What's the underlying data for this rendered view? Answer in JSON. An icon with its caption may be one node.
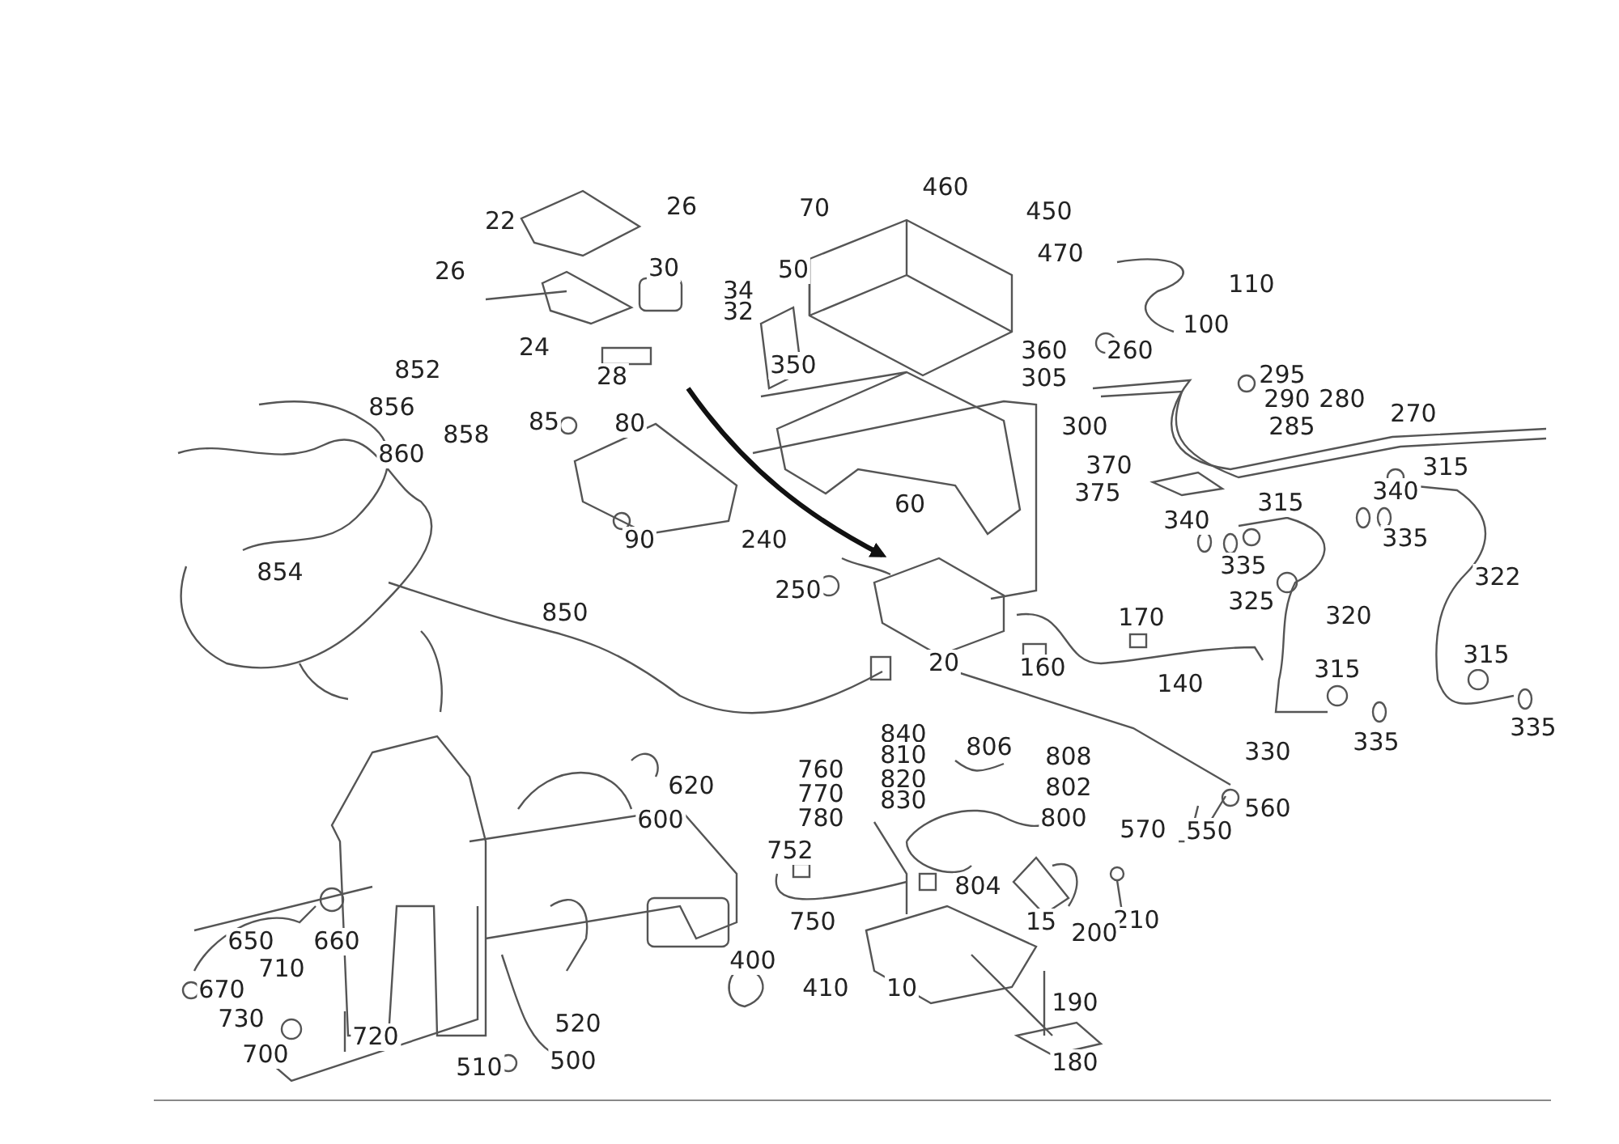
{
  "diagram": {
    "labels": [
      "460",
      "70",
      "26",
      "22",
      "450",
      "470",
      "30",
      "50",
      "34",
      "110",
      "26",
      "32",
      "100",
      "24",
      "360",
      "260",
      "852",
      "350",
      "28",
      "305",
      "295",
      "856",
      "290",
      "280",
      "270",
      "85",
      "858",
      "300",
      "285",
      "80",
      "860",
      "370",
      "315",
      "375",
      "340",
      "315",
      "60",
      "90",
      "240",
      "340",
      "335",
      "335",
      "854",
      "322",
      "250",
      "325",
      "850",
      "170",
      "320",
      "20",
      "160",
      "315",
      "140",
      "315",
      "335",
      "330",
      "335",
      "840",
      "806",
      "760",
      "810",
      "808",
      "820",
      "770",
      "802",
      "620",
      "830",
      "780",
      "600",
      "800",
      "560",
      "550",
      "570",
      "752",
      "804",
      "210",
      "15",
      "750",
      "200",
      "650",
      "660",
      "710",
      "400",
      "410",
      "670",
      "10",
      "190",
      "730",
      "720",
      "700",
      "520",
      "510",
      "500",
      "180"
    ]
  }
}
